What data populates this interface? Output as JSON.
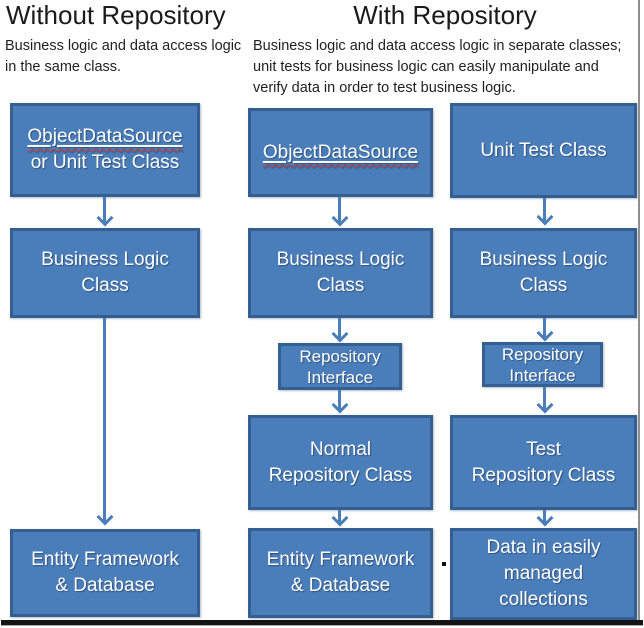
{
  "header": {
    "without": {
      "title": "Without Repository",
      "description": "Business logic and data access logic\nin the same class."
    },
    "with": {
      "title": "With Repository",
      "description": "Business logic and data access logic in separate classes;\nunit tests for business logic can easily manipulate and\nverify data in order to test business logic."
    }
  },
  "columns": {
    "without": {
      "object_data_source": {
        "underlined": "ObjectDataSource",
        "rest": "or Unit Test Class"
      },
      "business_logic": "Business Logic\nClass",
      "entity_framework": "Entity Framework\n& Database"
    },
    "with_production": {
      "object_data_source": "ObjectDataSource",
      "business_logic": "Business Logic\nClass",
      "repository_interface": "Repository\nInterface",
      "repository_class": "Normal\nRepository Class",
      "entity_framework": "Entity Framework\n& Database"
    },
    "with_test": {
      "unit_test": "Unit Test Class",
      "business_logic": "Business Logic\nClass",
      "repository_interface": "Repository\nInterface",
      "repository_class": "Test\nRepository Class",
      "data_collections": "Data in easily\nmanaged\ncollections"
    }
  },
  "colors": {
    "box_fill": "#4a7ebb",
    "box_border": "#365f91",
    "box_text": "#ffffff",
    "arrow": "#4a7ebb",
    "heading_text": "#1a1a1a",
    "description_text": "#1f1f1f",
    "spellcheck_underline": "#cc3333",
    "frame_line": "#8f8f8f",
    "bottom_bar": "#141414"
  }
}
